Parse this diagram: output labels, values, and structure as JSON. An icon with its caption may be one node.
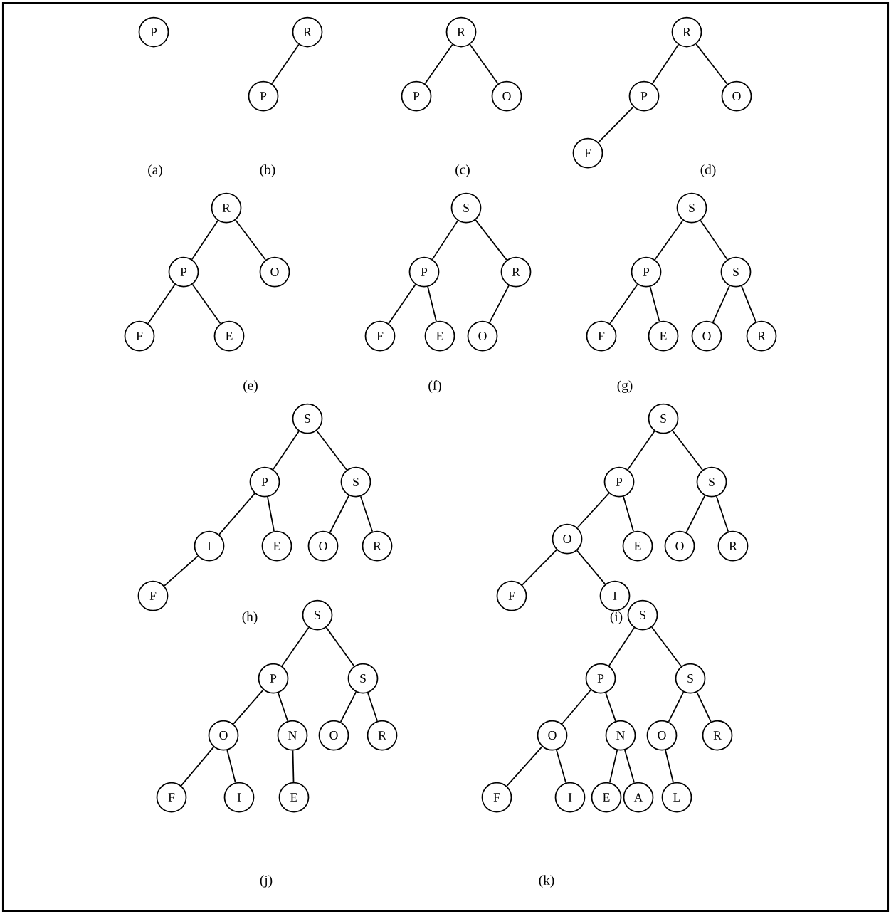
{
  "diagram": {
    "nodes": [
      {
        "text": [
          "P"
        ]
      },
      {
        "text": [
          "R"
        ]
      },
      {
        "text": [
          "P"
        ]
      },
      {
        "text": [
          "R"
        ]
      },
      {
        "text": [
          "P"
        ]
      },
      {
        "text": [
          "O"
        ]
      },
      {
        "text": [
          "R"
        ]
      },
      {
        "text": [
          "P"
        ]
      },
      {
        "text": [
          "O"
        ]
      },
      {
        "text": [
          "F"
        ]
      },
      {
        "text": [
          "R"
        ]
      },
      {
        "text": [
          "P"
        ]
      },
      {
        "text": [
          "O"
        ]
      },
      {
        "text": [
          "F"
        ]
      },
      {
        "text": [
          "E"
        ]
      },
      {
        "text": [
          "S"
        ]
      },
      {
        "text": [
          "P"
        ]
      },
      {
        "text": [
          "R"
        ]
      },
      {
        "text": [
          "F"
        ]
      },
      {
        "text": [
          "E"
        ]
      },
      {
        "text": [
          "O"
        ]
      },
      {
        "text": [
          "S"
        ]
      },
      {
        "text": [
          "P"
        ]
      },
      {
        "text": [
          "S"
        ]
      },
      {
        "text": [
          "F"
        ]
      },
      {
        "text": [
          "E"
        ]
      },
      {
        "text": [
          "O"
        ]
      },
      {
        "text": [
          "R"
        ]
      },
      {
        "text": [
          "S"
        ]
      },
      {
        "text": [
          "P"
        ]
      },
      {
        "text": [
          "S"
        ]
      },
      {
        "text": [
          "I"
        ]
      },
      {
        "text": [
          "E"
        ]
      },
      {
        "text": [
          "O"
        ]
      },
      {
        "text": [
          "R"
        ]
      },
      {
        "text": [
          "F"
        ]
      },
      {
        "text": [
          "S"
        ]
      },
      {
        "text": [
          "P"
        ]
      },
      {
        "text": [
          "S"
        ]
      },
      {
        "text": [
          "O"
        ]
      },
      {
        "text": [
          "E"
        ]
      },
      {
        "text": [
          "O"
        ]
      },
      {
        "text": [
          "R"
        ]
      },
      {
        "text": [
          "F"
        ]
      },
      {
        "text": [
          "I"
        ]
      },
      {
        "text": [
          "S"
        ]
      },
      {
        "text": [
          "P"
        ]
      },
      {
        "text": [
          "S"
        ]
      },
      {
        "text": [
          "O"
        ]
      },
      {
        "text": [
          "N"
        ]
      },
      {
        "text": [
          "O"
        ]
      },
      {
        "text": [
          "R"
        ]
      },
      {
        "text": [
          "F"
        ]
      },
      {
        "text": [
          "I"
        ]
      },
      {
        "text": [
          "E"
        ]
      },
      {
        "text": [
          "S"
        ]
      },
      {
        "text": [
          "P"
        ]
      },
      {
        "text": [
          "S"
        ]
      },
      {
        "text": [
          "O"
        ]
      },
      {
        "text": [
          "N"
        ]
      },
      {
        "text": [
          "O"
        ]
      },
      {
        "text": [
          "R"
        ]
      },
      {
        "text": [
          "F"
        ]
      },
      {
        "text": [
          "I"
        ]
      },
      {
        "text": [
          "E"
        ]
      },
      {
        "text": [
          "A"
        ]
      },
      {
        "text": [
          "L"
        ]
      }
    ],
    "edges": [
      {
        "from": 1,
        "to": 2,
        "arrow": "none"
      },
      {
        "from": 3,
        "to": 4,
        "arrow": "none"
      },
      {
        "from": 3,
        "to": 5,
        "arrow": "none"
      },
      {
        "from": 6,
        "to": 7,
        "arrow": "none"
      },
      {
        "from": 6,
        "to": 8,
        "arrow": "none"
      },
      {
        "from": 7,
        "to": 9,
        "arrow": "none"
      },
      {
        "from": 10,
        "to": 11,
        "arrow": "none"
      },
      {
        "from": 10,
        "to": 12,
        "arrow": "none"
      },
      {
        "from": 11,
        "to": 13,
        "arrow": "none"
      },
      {
        "from": 11,
        "to": 14,
        "arrow": "none"
      },
      {
        "from": 15,
        "to": 16,
        "arrow": "none"
      },
      {
        "from": 15,
        "to": 17,
        "arrow": "none"
      },
      {
        "from": 16,
        "to": 18,
        "arrow": "none"
      },
      {
        "from": 16,
        "to": 19,
        "arrow": "none"
      },
      {
        "from": 17,
        "to": 20,
        "arrow": "none"
      },
      {
        "from": 21,
        "to": 22,
        "arrow": "none"
      },
      {
        "from": 21,
        "to": 23,
        "arrow": "none"
      },
      {
        "from": 22,
        "to": 24,
        "arrow": "none"
      },
      {
        "from": 22,
        "to": 25,
        "arrow": "none"
      },
      {
        "from": 23,
        "to": 26,
        "arrow": "none"
      },
      {
        "from": 23,
        "to": 27,
        "arrow": "none"
      },
      {
        "from": 28,
        "to": 29,
        "arrow": "none"
      },
      {
        "from": 28,
        "to": 30,
        "arrow": "none"
      },
      {
        "from": 29,
        "to": 31,
        "arrow": "none"
      },
      {
        "from": 29,
        "to": 32,
        "arrow": "none"
      },
      {
        "from": 30,
        "to": 33,
        "arrow": "none"
      },
      {
        "from": 30,
        "to": 34,
        "arrow": "none"
      },
      {
        "from": 31,
        "to": 35,
        "arrow": "none"
      },
      {
        "from": 36,
        "to": 37,
        "arrow": "none"
      },
      {
        "from": 36,
        "to": 38,
        "arrow": "none"
      },
      {
        "from": 37,
        "to": 39,
        "arrow": "none"
      },
      {
        "from": 37,
        "to": 40,
        "arrow": "none"
      },
      {
        "from": 38,
        "to": 41,
        "arrow": "none"
      },
      {
        "from": 38,
        "to": 42,
        "arrow": "none"
      },
      {
        "from": 39,
        "to": 43,
        "arrow": "none"
      },
      {
        "from": 39,
        "to": 44,
        "arrow": "none"
      },
      {
        "from": 45,
        "to": 46,
        "arrow": "none"
      },
      {
        "from": 45,
        "to": 47,
        "arrow": "none"
      },
      {
        "from": 46,
        "to": 48,
        "arrow": "none"
      },
      {
        "from": 46,
        "to": 49,
        "arrow": "none"
      },
      {
        "from": 47,
        "to": 50,
        "arrow": "none"
      },
      {
        "from": 47,
        "to": 51,
        "arrow": "none"
      },
      {
        "from": 48,
        "to": 52,
        "arrow": "none"
      },
      {
        "from": 48,
        "to": 53,
        "arrow": "none"
      },
      {
        "from": 49,
        "to": 54,
        "arrow": "none"
      },
      {
        "from": 55,
        "to": 56,
        "arrow": "none"
      },
      {
        "from": 55,
        "to": 57,
        "arrow": "none"
      },
      {
        "from": 56,
        "to": 58,
        "arrow": "none"
      },
      {
        "from": 56,
        "to": 59,
        "arrow": "none"
      },
      {
        "from": 57,
        "to": 60,
        "arrow": "none"
      },
      {
        "from": 57,
        "to": 61,
        "arrow": "none"
      },
      {
        "from": 58,
        "to": 62,
        "arrow": "none"
      },
      {
        "from": 58,
        "to": 63,
        "arrow": "none"
      },
      {
        "from": 59,
        "to": 64,
        "arrow": "none"
      },
      {
        "from": 59,
        "to": 65,
        "arrow": "none"
      },
      {
        "from": 60,
        "to": 66,
        "arrow": "none"
      }
    ],
    "labels": [
      "(a)",
      "(b)",
      "(c)",
      "(d)",
      "(e)",
      "(f)",
      "(g)",
      "(h)",
      "(i)",
      "(j)",
      "(k)"
    ]
  }
}
